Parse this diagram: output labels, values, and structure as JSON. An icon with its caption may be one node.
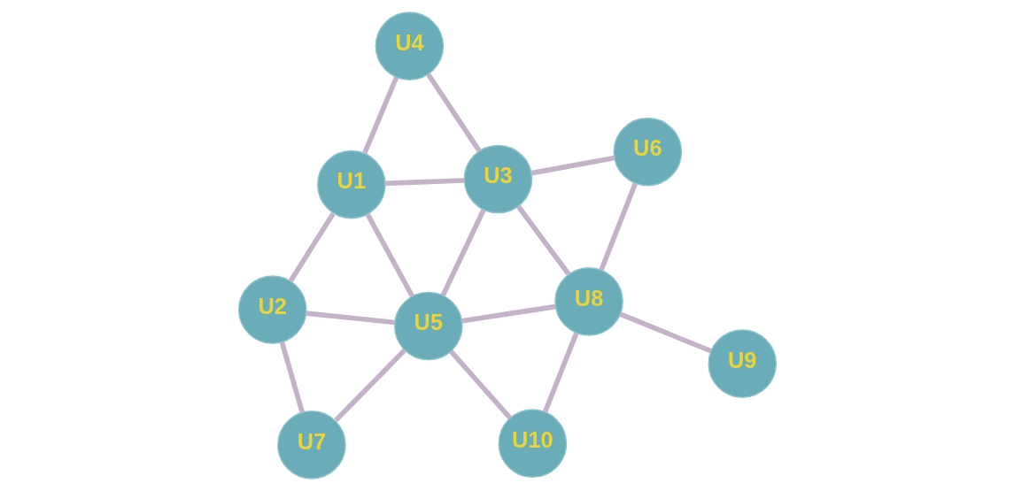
{
  "diagram": {
    "nodes": [
      {
        "text": [
          "U1"
        ]
      },
      {
        "text": [
          "U2"
        ]
      },
      {
        "text": [
          "U3"
        ]
      },
      {
        "text": [
          "U4"
        ]
      },
      {
        "text": [
          "U5"
        ]
      },
      {
        "text": [
          "U6"
        ]
      },
      {
        "text": [
          "U7"
        ]
      },
      {
        "text": [
          "U8"
        ]
      },
      {
        "text": [
          "U9"
        ]
      },
      {
        "text": [
          "U10"
        ]
      }
    ],
    "edges": [
      {
        "from": 0,
        "to": 1,
        "arrow": "none"
      },
      {
        "from": 0,
        "to": 4,
        "arrow": "none"
      },
      {
        "from": 0,
        "to": 2,
        "arrow": "none"
      },
      {
        "from": 0,
        "to": 3,
        "arrow": "none"
      },
      {
        "from": 1,
        "to": 6,
        "arrow": "none"
      },
      {
        "from": 1,
        "to": 4,
        "arrow": "none"
      },
      {
        "from": 6,
        "to": 4,
        "arrow": "none"
      },
      {
        "from": 4,
        "to": 9,
        "arrow": "none"
      },
      {
        "from": 4,
        "to": 2,
        "arrow": "none"
      },
      {
        "from": 4,
        "to": 7,
        "arrow": "none"
      },
      {
        "from": 2,
        "to": 7,
        "arrow": "none"
      },
      {
        "from": 2,
        "to": 3,
        "arrow": "none"
      },
      {
        "from": 2,
        "to": 5,
        "arrow": "none"
      },
      {
        "from": 5,
        "to": 7,
        "arrow": "none"
      },
      {
        "from": 7,
        "to": 9,
        "arrow": "none"
      },
      {
        "from": 7,
        "to": 8,
        "arrow": "none"
      }
    ]
  }
}
